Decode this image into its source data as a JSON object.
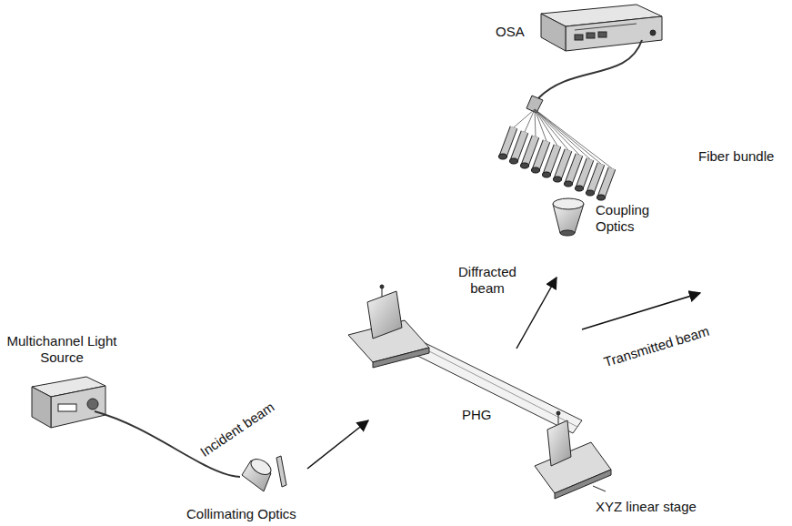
{
  "diagram": {
    "labels": [
      "OSA",
      "Fiber bundle",
      "Coupling Optics",
      "Diffracted beam",
      "Transmitted beam",
      "Multichannel Light Source",
      "Incident beam",
      "PHG",
      "XYZ linear stage",
      "Collimating Optics"
    ]
  }
}
